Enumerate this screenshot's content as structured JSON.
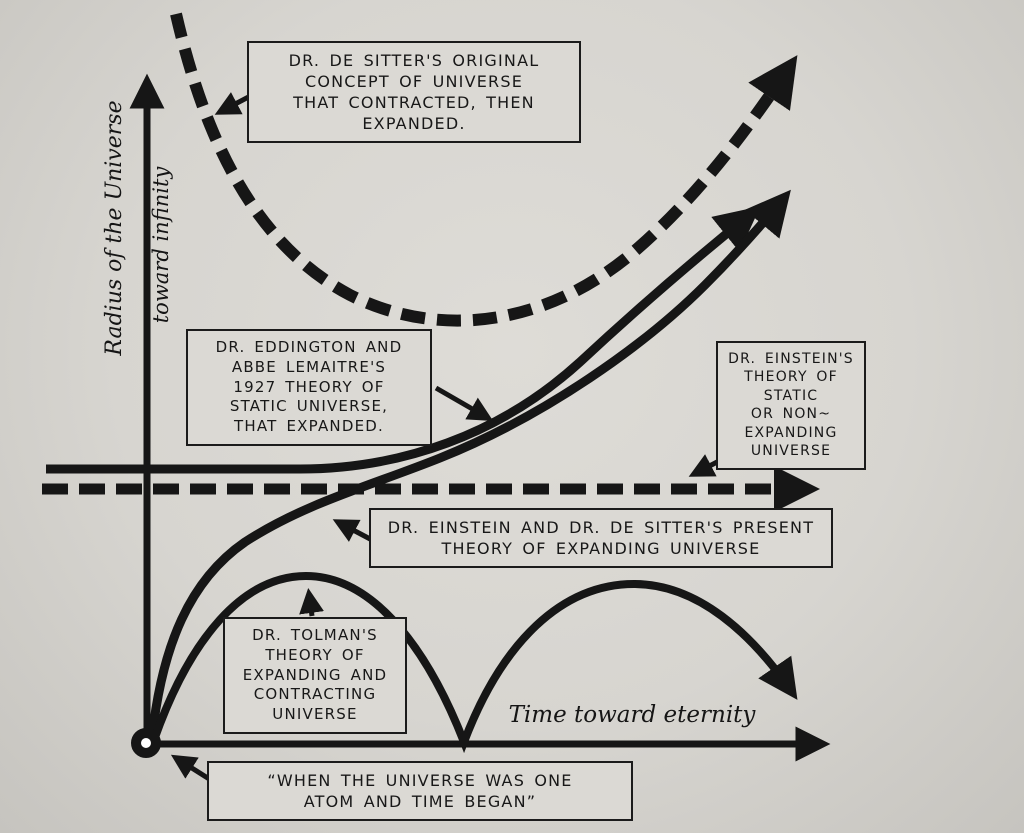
{
  "paper_color": "#d8d6d1",
  "ink_color": "#161616",
  "axes": {
    "y_label_primary": "Radius of the Universe",
    "y_label_secondary": "toward infinity",
    "x_label": "Time toward eternity"
  },
  "annotations": {
    "de_sitter": {
      "lines": [
        "DR. DE SITTER'S ORIGINAL",
        "CONCEPT OF UNIVERSE",
        "THAT CONTRACTED, THEN",
        "EXPANDED."
      ]
    },
    "eddington": {
      "lines": [
        "DR. EDDINGTON AND",
        "ABBE LEMAITRE'S",
        "1927 THEORY OF",
        "STATIC UNIVERSE,",
        "THAT EXPANDED."
      ]
    },
    "einstein_static": {
      "lines": [
        "DR. EINSTEIN'S",
        "THEORY OF",
        "STATIC",
        "OR NON~",
        "EXPANDING",
        "UNIVERSE"
      ]
    },
    "einstein_de_sitter": {
      "lines": [
        "DR. EINSTEIN AND DR. DE SITTER'S PRESENT",
        "THEORY OF EXPANDING UNIVERSE"
      ]
    },
    "tolman": {
      "lines": [
        "DR. TOLMAN'S",
        "THEORY OF",
        "EXPANDING AND",
        "CONTRACTING",
        "UNIVERSE"
      ]
    },
    "origin": {
      "lines": [
        "“WHEN THE UNIVERSE WAS ONE",
        "ATOM AND TIME BEGAN”"
      ]
    }
  },
  "chart_data": {
    "type": "line",
    "title": "",
    "xlabel": "Time toward eternity",
    "ylabel": "Radius of the Universe toward infinity",
    "grid": false,
    "legend_position": "inline-annotation-boxes",
    "series": [
      {
        "name": "Dr. De Sitter's original concept: universe that contracted, then expanded",
        "style": "dashed",
        "shape": "U-curve: starts very high at time zero, dips to a minimum, rises toward infinity at upper right"
      },
      {
        "name": "Dr. Eddington and Abbe Lemaitre's 1927 theory: static universe that expanded",
        "style": "solid",
        "shape": "horizontal plateau at moderate radius, then sweeping upward to upper right"
      },
      {
        "name": "Dr. Einstein's theory of static or non-expanding universe",
        "style": "dashed",
        "shape": "horizontal straight line at constant radius, arrow toward eternity"
      },
      {
        "name": "Dr. Einstein and Dr. De Sitter's present theory of expanding universe",
        "style": "solid",
        "shape": "rises from origin (one atom) steeply then sweeps up to upper right"
      },
      {
        "name": "Dr. Tolman's theory of expanding and contracting universe",
        "style": "solid",
        "shape": "two successive arches (oscillating expansion and contraction) with arrow descending at right"
      }
    ],
    "origin_annotation": "“WHEN THE UNIVERSE WAS ONE ATOM AND TIME BEGAN”"
  }
}
